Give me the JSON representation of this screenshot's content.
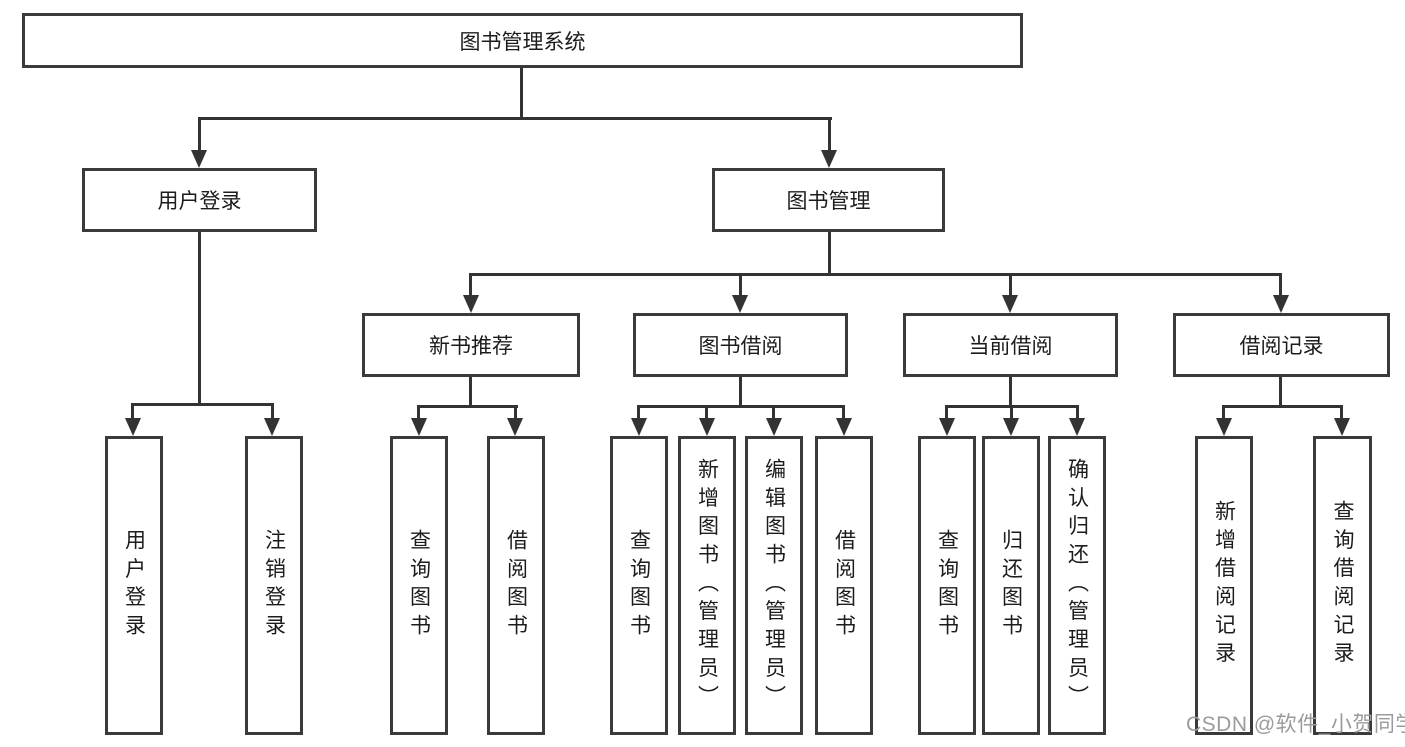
{
  "diagram": {
    "title": "图书管理系统",
    "level2": {
      "login": "用户登录",
      "mgmt": "图书管理"
    },
    "level3": {
      "new_books": "新书推荐",
      "borrow": "图书借阅",
      "current": "当前借阅",
      "records": "借阅记录"
    },
    "leaves": {
      "user_login": "用户登录",
      "logout": "注销登录",
      "nb_query": "查询图书",
      "nb_borrow": "借阅图书",
      "bw_query": "查询图书",
      "bw_add": "新增图书（管理员）",
      "bw_edit": "编辑图书（管理员）",
      "bw_borrow": "借阅图书",
      "cur_query": "查询图书",
      "cur_return": "归还图书",
      "cur_confirm": "确认归还（管理员）",
      "rec_add": "新增借阅记录",
      "rec_query": "查询借阅记录"
    },
    "watermark": "CSDN @软件_小贺同学",
    "colors": {
      "border": "#3a3a3a",
      "line": "#333333",
      "text": "#1c1c1c",
      "watermark_gray": "#9b9b9b",
      "background": "#ffffff"
    }
  }
}
